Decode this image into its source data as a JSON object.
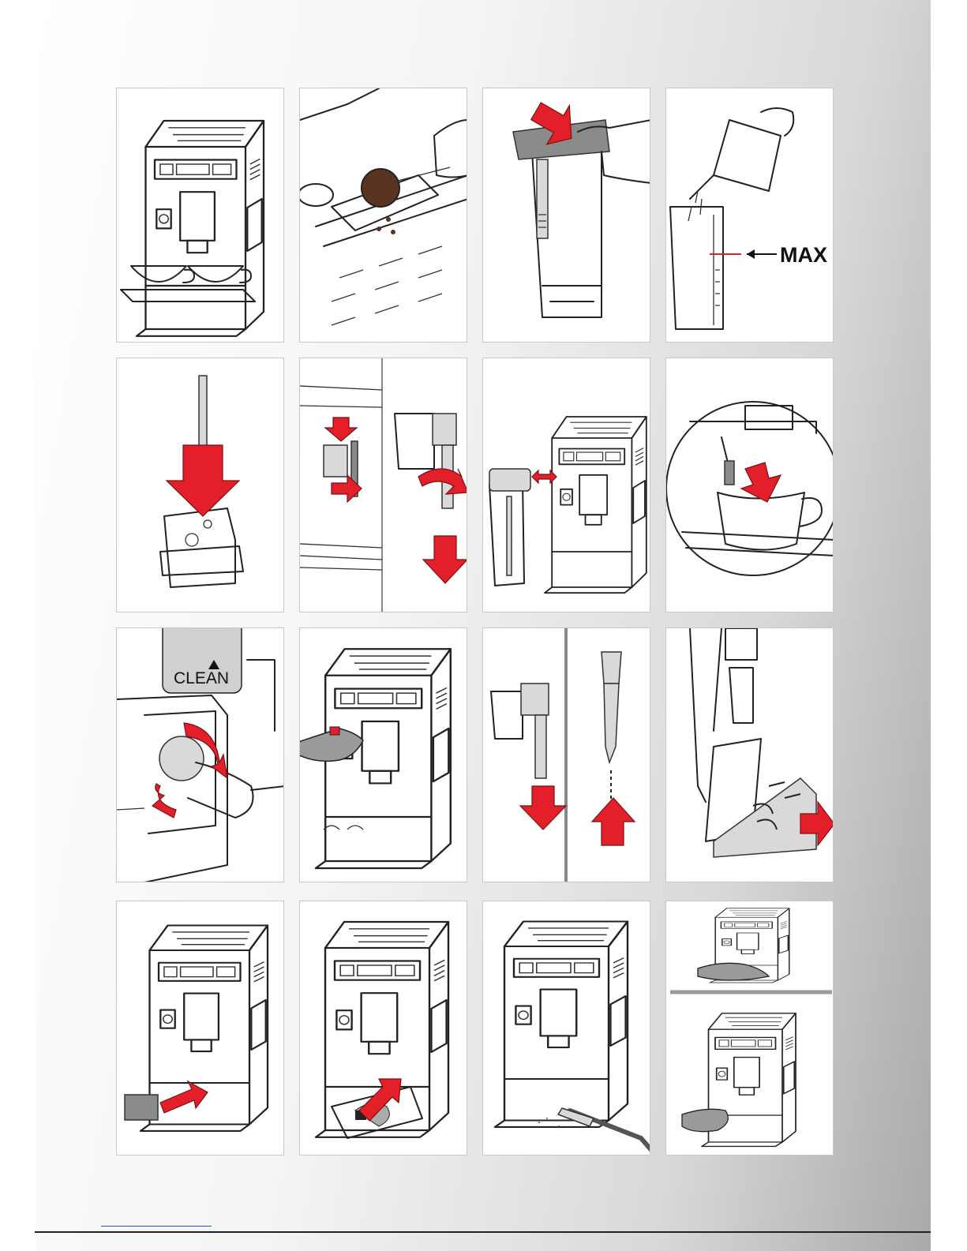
{
  "labels": {
    "max": "MAX",
    "clean": "CLEAN"
  },
  "panels": [
    {
      "id": "p1",
      "depicts": "machine-with-two-cups"
    },
    {
      "id": "p2",
      "depicts": "pre-ground-coffee-scoop"
    },
    {
      "id": "p3",
      "depicts": "milk-container-lid"
    },
    {
      "id": "p4",
      "depicts": "fill-milk-to-max"
    },
    {
      "id": "p5",
      "depicts": "insert-milk-tube"
    },
    {
      "id": "p6",
      "depicts": "attach-milk-spout"
    },
    {
      "id": "p7",
      "depicts": "connect-milk-container"
    },
    {
      "id": "p8",
      "depicts": "milk-into-cup"
    },
    {
      "id": "p9",
      "depicts": "clean-knob-rotate"
    },
    {
      "id": "p10",
      "depicts": "wipe-connector"
    },
    {
      "id": "p11",
      "depicts": "remove-milk-tube"
    },
    {
      "id": "p12",
      "depicts": "remove-drip-tray"
    },
    {
      "id": "p13",
      "depicts": "remove-grounds-drawer"
    },
    {
      "id": "p14",
      "depicts": "clean-tray-interior"
    },
    {
      "id": "p15",
      "depicts": "brush-coffee-residue"
    },
    {
      "id": "p16",
      "depicts": "wipe-machine-two-steps"
    }
  ],
  "colors": {
    "arrow": "#e3202a",
    "line": "#222222",
    "background_gradient_end": "#a9a9a9"
  }
}
